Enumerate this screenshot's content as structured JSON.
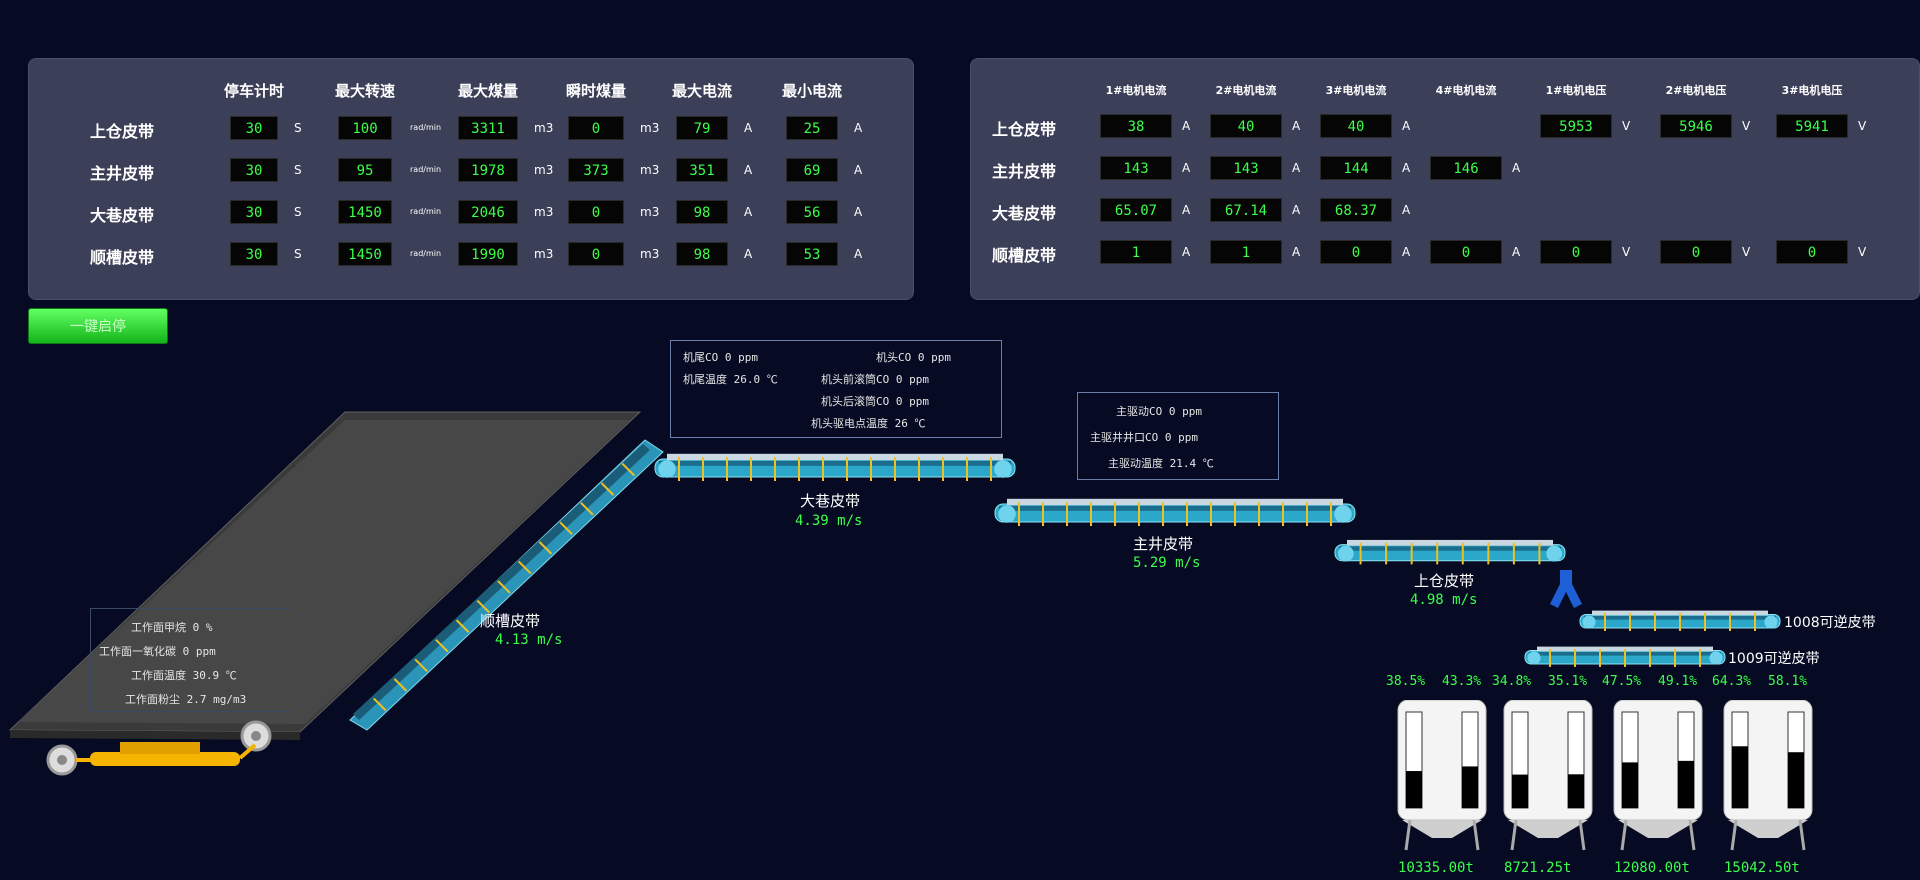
{
  "left_table": {
    "headers": [
      "停车计时",
      "最大转速",
      "最大煤量",
      "瞬时煤量",
      "最大电流",
      "最小电流"
    ],
    "rows": [
      {
        "label": "上仓皮带",
        "values": [
          "30",
          "100",
          "3311",
          "0",
          "79",
          "25"
        ]
      },
      {
        "label": "主井皮带",
        "values": [
          "30",
          "95",
          "1978",
          "373",
          "351",
          "69"
        ]
      },
      {
        "label": "大巷皮带",
        "values": [
          "30",
          "1450",
          "2046",
          "0",
          "98",
          "56"
        ]
      },
      {
        "label": "顺槽皮带",
        "values": [
          "30",
          "1450",
          "1990",
          "0",
          "98",
          "53"
        ]
      }
    ],
    "units": [
      "S",
      "rad/min",
      "m3",
      "m3",
      "A",
      "A"
    ]
  },
  "right_table": {
    "headers": [
      "1#电机电流",
      "2#电机电流",
      "3#电机电流",
      "4#电机电流",
      "1#电机电压",
      "2#电机电压",
      "3#电机电压"
    ],
    "rows": [
      {
        "label": "上仓皮带",
        "cells": [
          {
            "value": "38",
            "unit": "A"
          },
          {
            "value": "40",
            "unit": "A"
          },
          {
            "value": "40",
            "unit": "A"
          },
          null,
          {
            "value": "5953",
            "unit": "V"
          },
          {
            "value": "5946",
            "unit": "V"
          },
          {
            "value": "5941",
            "unit": "V"
          }
        ]
      },
      {
        "label": "主井皮带",
        "cells": [
          {
            "value": "143",
            "unit": "A"
          },
          {
            "value": "143",
            "unit": "A"
          },
          {
            "value": "144",
            "unit": "A"
          },
          {
            "value": "146",
            "unit": "A"
          },
          null,
          null,
          null
        ]
      },
      {
        "label": "大巷皮带",
        "cells": [
          {
            "value": "65.07",
            "unit": "A"
          },
          {
            "value": "67.14",
            "unit": "A"
          },
          {
            "value": "68.37",
            "unit": "A"
          },
          null,
          null,
          null,
          null
        ]
      },
      {
        "label": "顺槽皮带",
        "cells": [
          {
            "value": "1",
            "unit": "A"
          },
          {
            "value": "1",
            "unit": "A"
          },
          {
            "value": "0",
            "unit": "A"
          },
          {
            "value": "0",
            "unit": "A"
          },
          {
            "value": "0",
            "unit": "V"
          },
          {
            "value": "0",
            "unit": "V"
          },
          {
            "value": "0",
            "unit": "V"
          }
        ]
      }
    ]
  },
  "start_button_label": "一键启停",
  "info_boxes": {
    "main_roadway": [
      "机尾CO 0 ppm",
      "机尾温度 26.0 ℃",
      "机头CO 0 ppm",
      "机头前滚筒CO 0 ppm",
      "机头后滚筒CO 0 ppm",
      "机头驱电点温度 26 ℃"
    ],
    "main_shaft": [
      "主驱动CO 0 ppm",
      "主驱井井口CO 0 ppm",
      "主驱动温度 21.4 ℃"
    ],
    "work_face": [
      "工作面甲烷 0 %",
      "工作面一氧化碳 0 ppm",
      "工作面温度 30.9 ℃",
      "工作面粉尘 2.7 mg/m3"
    ]
  },
  "conveyors": {
    "shuncao": {
      "name": "顺槽皮带",
      "speed": "4.13 m/s"
    },
    "daxiang": {
      "name": "大巷皮带",
      "speed": "4.39 m/s"
    },
    "zhujing": {
      "name": "主井皮带",
      "speed": "5.29 m/s"
    },
    "shangcang": {
      "name": "上仓皮带",
      "speed": "4.98 m/s"
    },
    "rev_1008": {
      "name": "1008可逆皮带"
    },
    "rev_1009": {
      "name": "1009可逆皮带"
    }
  },
  "silos": [
    {
      "left_pct": "38.5%",
      "right_pct": "43.3%",
      "left_level": 0.385,
      "right_level": 0.433,
      "tonnage": "10335.00t"
    },
    {
      "left_pct": "34.8%",
      "right_pct": "35.1%",
      "left_level": 0.348,
      "right_level": 0.351,
      "tonnage": "8721.25t"
    },
    {
      "left_pct": "47.5%",
      "right_pct": "49.1%",
      "left_level": 0.475,
      "right_level": 0.491,
      "tonnage": "12080.00t"
    },
    {
      "left_pct": "64.3%",
      "right_pct": "58.1%",
      "left_level": 0.643,
      "right_level": 0.581,
      "tonnage": "15042.50t"
    }
  ],
  "colors": {
    "background": "#060a22",
    "panel": "#3b3f58",
    "value_text": "#3bff4a",
    "belt": "#2aa7c9",
    "roller": "#f0c020",
    "shearer": "#f4b400"
  }
}
